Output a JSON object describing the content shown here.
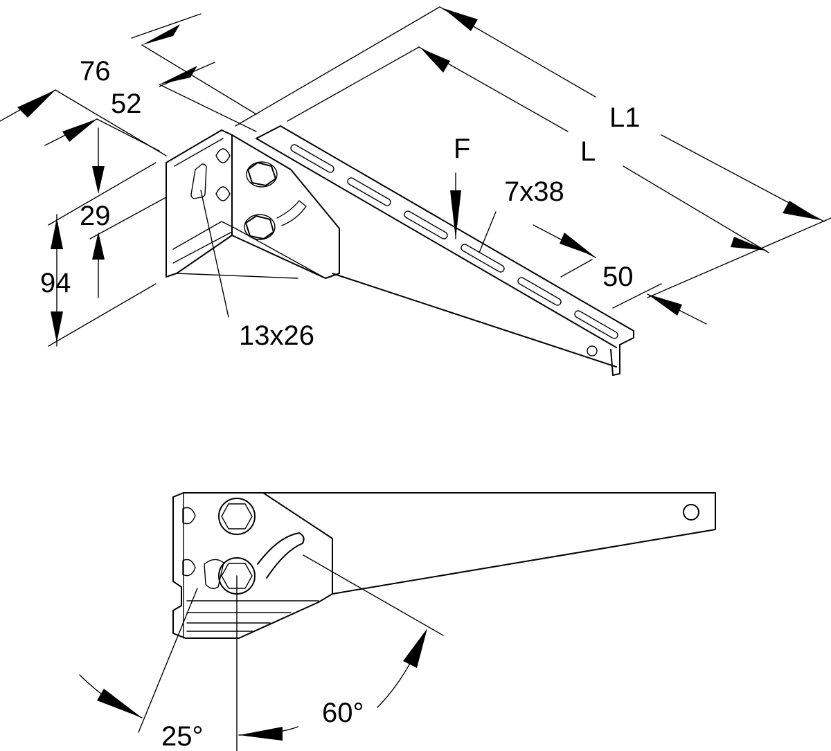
{
  "dimensions": {
    "width_76": "76",
    "width_52": "52",
    "height_29": "29",
    "height_94": "94",
    "slot_13x26": "13x26",
    "force_f": "F",
    "length_l": "L",
    "length_l1": "L1",
    "slots_7x38": "7x38",
    "end_50": "50"
  },
  "angles": {
    "angle_25": "25°",
    "angle_60": "60°"
  },
  "colors": {
    "ink": "#000000",
    "paper": "#ffffff"
  }
}
